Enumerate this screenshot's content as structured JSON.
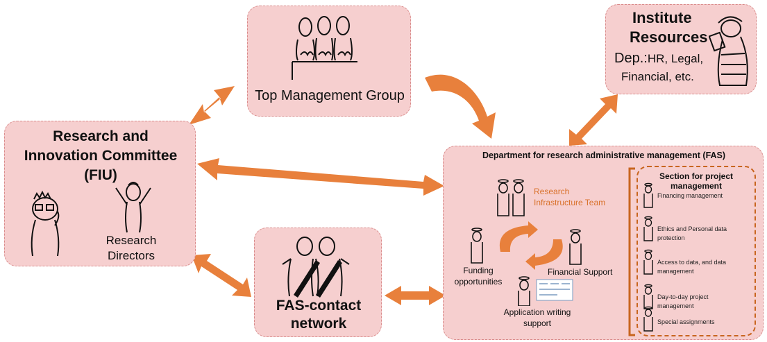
{
  "top_management": {
    "label": "Top Management Group"
  },
  "institute_resources": {
    "title_line1": "Institute",
    "title_line2": "Resources",
    "dep_prefix": "Dep.:",
    "dep_line1": "HR, Legal,",
    "dep_line2": "Financial, etc."
  },
  "fiu": {
    "title_line1": "Research and",
    "title_line2": "Innovation Committee",
    "title_line3": "(FIU)",
    "directors_line1": "Research",
    "directors_line2": "Directors"
  },
  "fas_contact": {
    "line1": "FAS-contact",
    "line2": "network"
  },
  "fas": {
    "title": "Department for research administrative management (FAS)",
    "infrastructure_line1": "Research",
    "infrastructure_line2": "Infrastructure Team",
    "funding_line1": "Funding",
    "funding_line2": "opportunities",
    "financial_support": "Financial Support",
    "application_line1": "Application writing",
    "application_line2": "support"
  },
  "project_section": {
    "title_line1": "Section for project",
    "title_line2": "management",
    "items": [
      {
        "line1": "Financing management",
        "line2": ""
      },
      {
        "line1": "Ethics and Personal data",
        "line2": "protection"
      },
      {
        "line1": "Access to data, and data",
        "line2": "management"
      },
      {
        "line1": "Day-to-day project",
        "line2": "management"
      },
      {
        "line1": "Special assignments",
        "line2": ""
      }
    ]
  },
  "colors": {
    "box_fill": "#f6cfcf",
    "arrow": "#e8803c",
    "accent_text": "#d9722c"
  }
}
